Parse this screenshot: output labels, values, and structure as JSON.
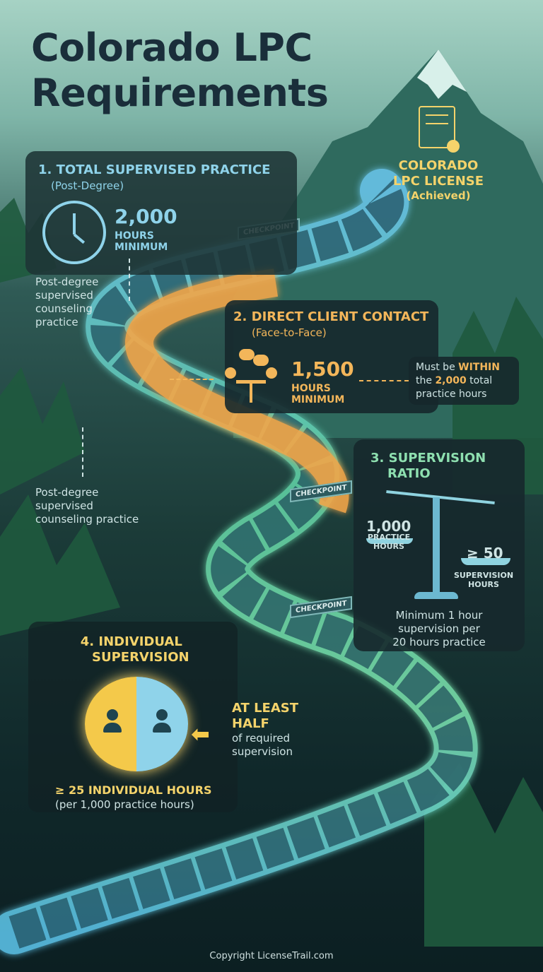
{
  "title": {
    "line1": "Colorado LPC",
    "line2": "Requirements"
  },
  "goal": {
    "line1": "COLORADO",
    "line2": "LPC LICENSE",
    "line3": "(Achieved)",
    "icon": "certificate-icon"
  },
  "checkpoint_label": "CHECKPOINT",
  "step1": {
    "heading": "1. TOTAL SUPERVISED PRACTICE",
    "sub": "(Post-Degree)",
    "value": "2,000",
    "unit1": "HOURS",
    "unit2": "MINIMUM",
    "note": [
      "Post-degree",
      "supervised",
      "counseling",
      "practice"
    ],
    "icon": "clock-icon"
  },
  "side_note": [
    "Post-degree",
    "supervised",
    "counseling practice"
  ],
  "step2": {
    "heading": "2. DIRECT CLIENT CONTACT",
    "sub": "(Face-to-Face)",
    "value": "1,500",
    "unit1": "HOURS",
    "unit2": "MINIMUM",
    "icon": "conversation-icon",
    "note": {
      "pre": "Must be ",
      "strong1": "WITHIN",
      "mid": "the ",
      "strong2": "2,000",
      "post": " total",
      "line3": "practice hours"
    }
  },
  "step3": {
    "heading1": "3. SUPERVISION",
    "heading2": "RATIO",
    "left_value": "1,000",
    "left_unit1": "PRACTICE",
    "left_unit2": "HOURS",
    "right_value": "≥ 50",
    "right_unit1": "SUPERVISION",
    "right_unit2": "HOURS",
    "note": [
      "Minimum 1 hour",
      "supervision per",
      "20 hours practice"
    ],
    "icon": "scale-icon"
  },
  "step4": {
    "heading1": "4. INDIVIDUAL",
    "heading2": "SUPERVISION",
    "callout1": "AT LEAST",
    "callout2": "HALF",
    "callout3": "of required",
    "callout4": "supervision",
    "value": "≥ 25 INDIVIDUAL HOURS",
    "sub": "(per 1,000 practice hours)",
    "icon": "individual-supervision-icon"
  },
  "colors": {
    "blue": "#8fd3ea",
    "orange": "#f3b65a",
    "green": "#8ee0b0",
    "yellow": "#f4d36b"
  },
  "footer": "Copyright LicenseTrail.com"
}
